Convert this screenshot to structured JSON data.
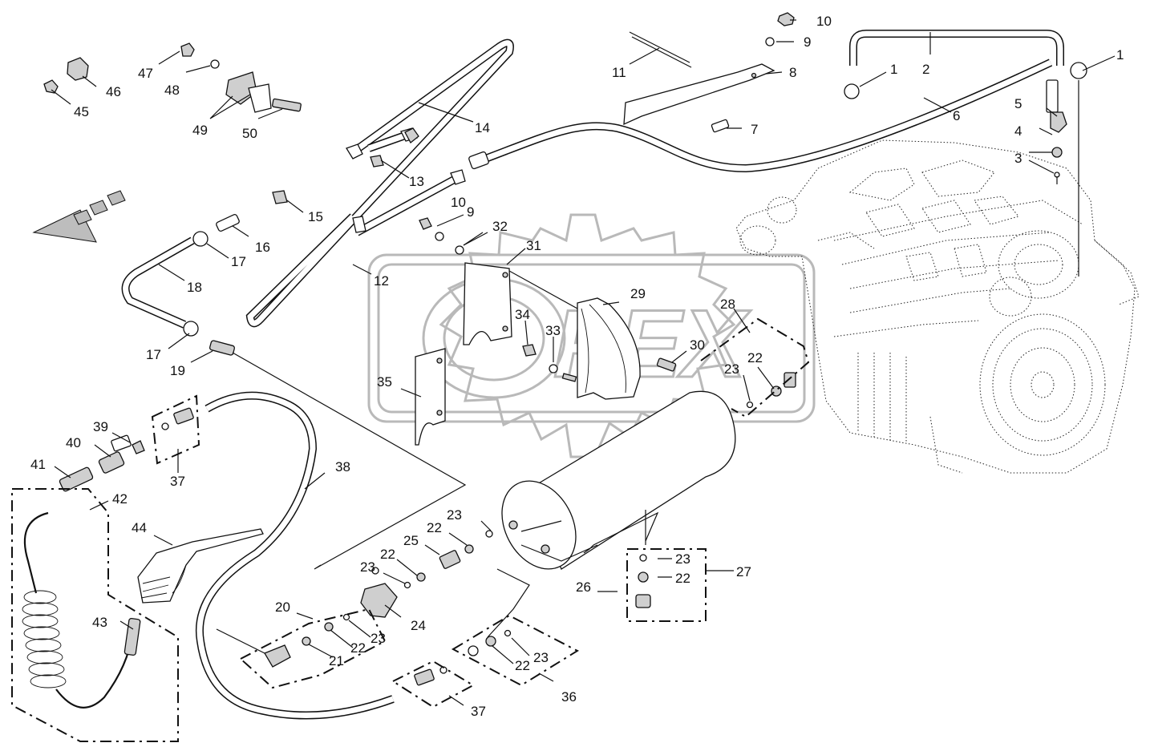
{
  "labels": {
    "p1a": "1",
    "p1b": "1",
    "p2": "2",
    "p3": "3",
    "p4": "4",
    "p5": "5",
    "p6": "6",
    "p7": "7",
    "p8": "8",
    "p9a": "9",
    "p9b": "9",
    "p10a": "10",
    "p10b": "10",
    "p11": "11",
    "p12": "12",
    "p13": "13",
    "p14": "14",
    "p15": "15",
    "p16": "16",
    "p17a": "17",
    "p17b": "17",
    "p18": "18",
    "p19": "19",
    "p20": "20",
    "p21": "21",
    "p22a": "22",
    "p22b": "22",
    "p22c": "22",
    "p22d": "22",
    "p22e": "22",
    "p22f": "22",
    "p23a": "23",
    "p23b": "23",
    "p23c": "23",
    "p23d": "23",
    "p23e": "23",
    "p23f": "23",
    "p24": "24",
    "p25": "25",
    "p26": "26",
    "p27": "27",
    "p28": "28",
    "p29": "29",
    "p30": "30",
    "p31": "31",
    "p32": "32",
    "p33": "33",
    "p34": "34",
    "p35": "35",
    "p36": "36",
    "p37a": "37",
    "p37b": "37",
    "p38": "38",
    "p39": "39",
    "p40": "40",
    "p41": "41",
    "p42": "42",
    "p43": "43",
    "p44": "44",
    "p45": "45",
    "p46": "46",
    "p47": "47",
    "p48": "48",
    "p49": "49",
    "p50": "50"
  },
  "watermark": {
    "text": "PEX"
  }
}
